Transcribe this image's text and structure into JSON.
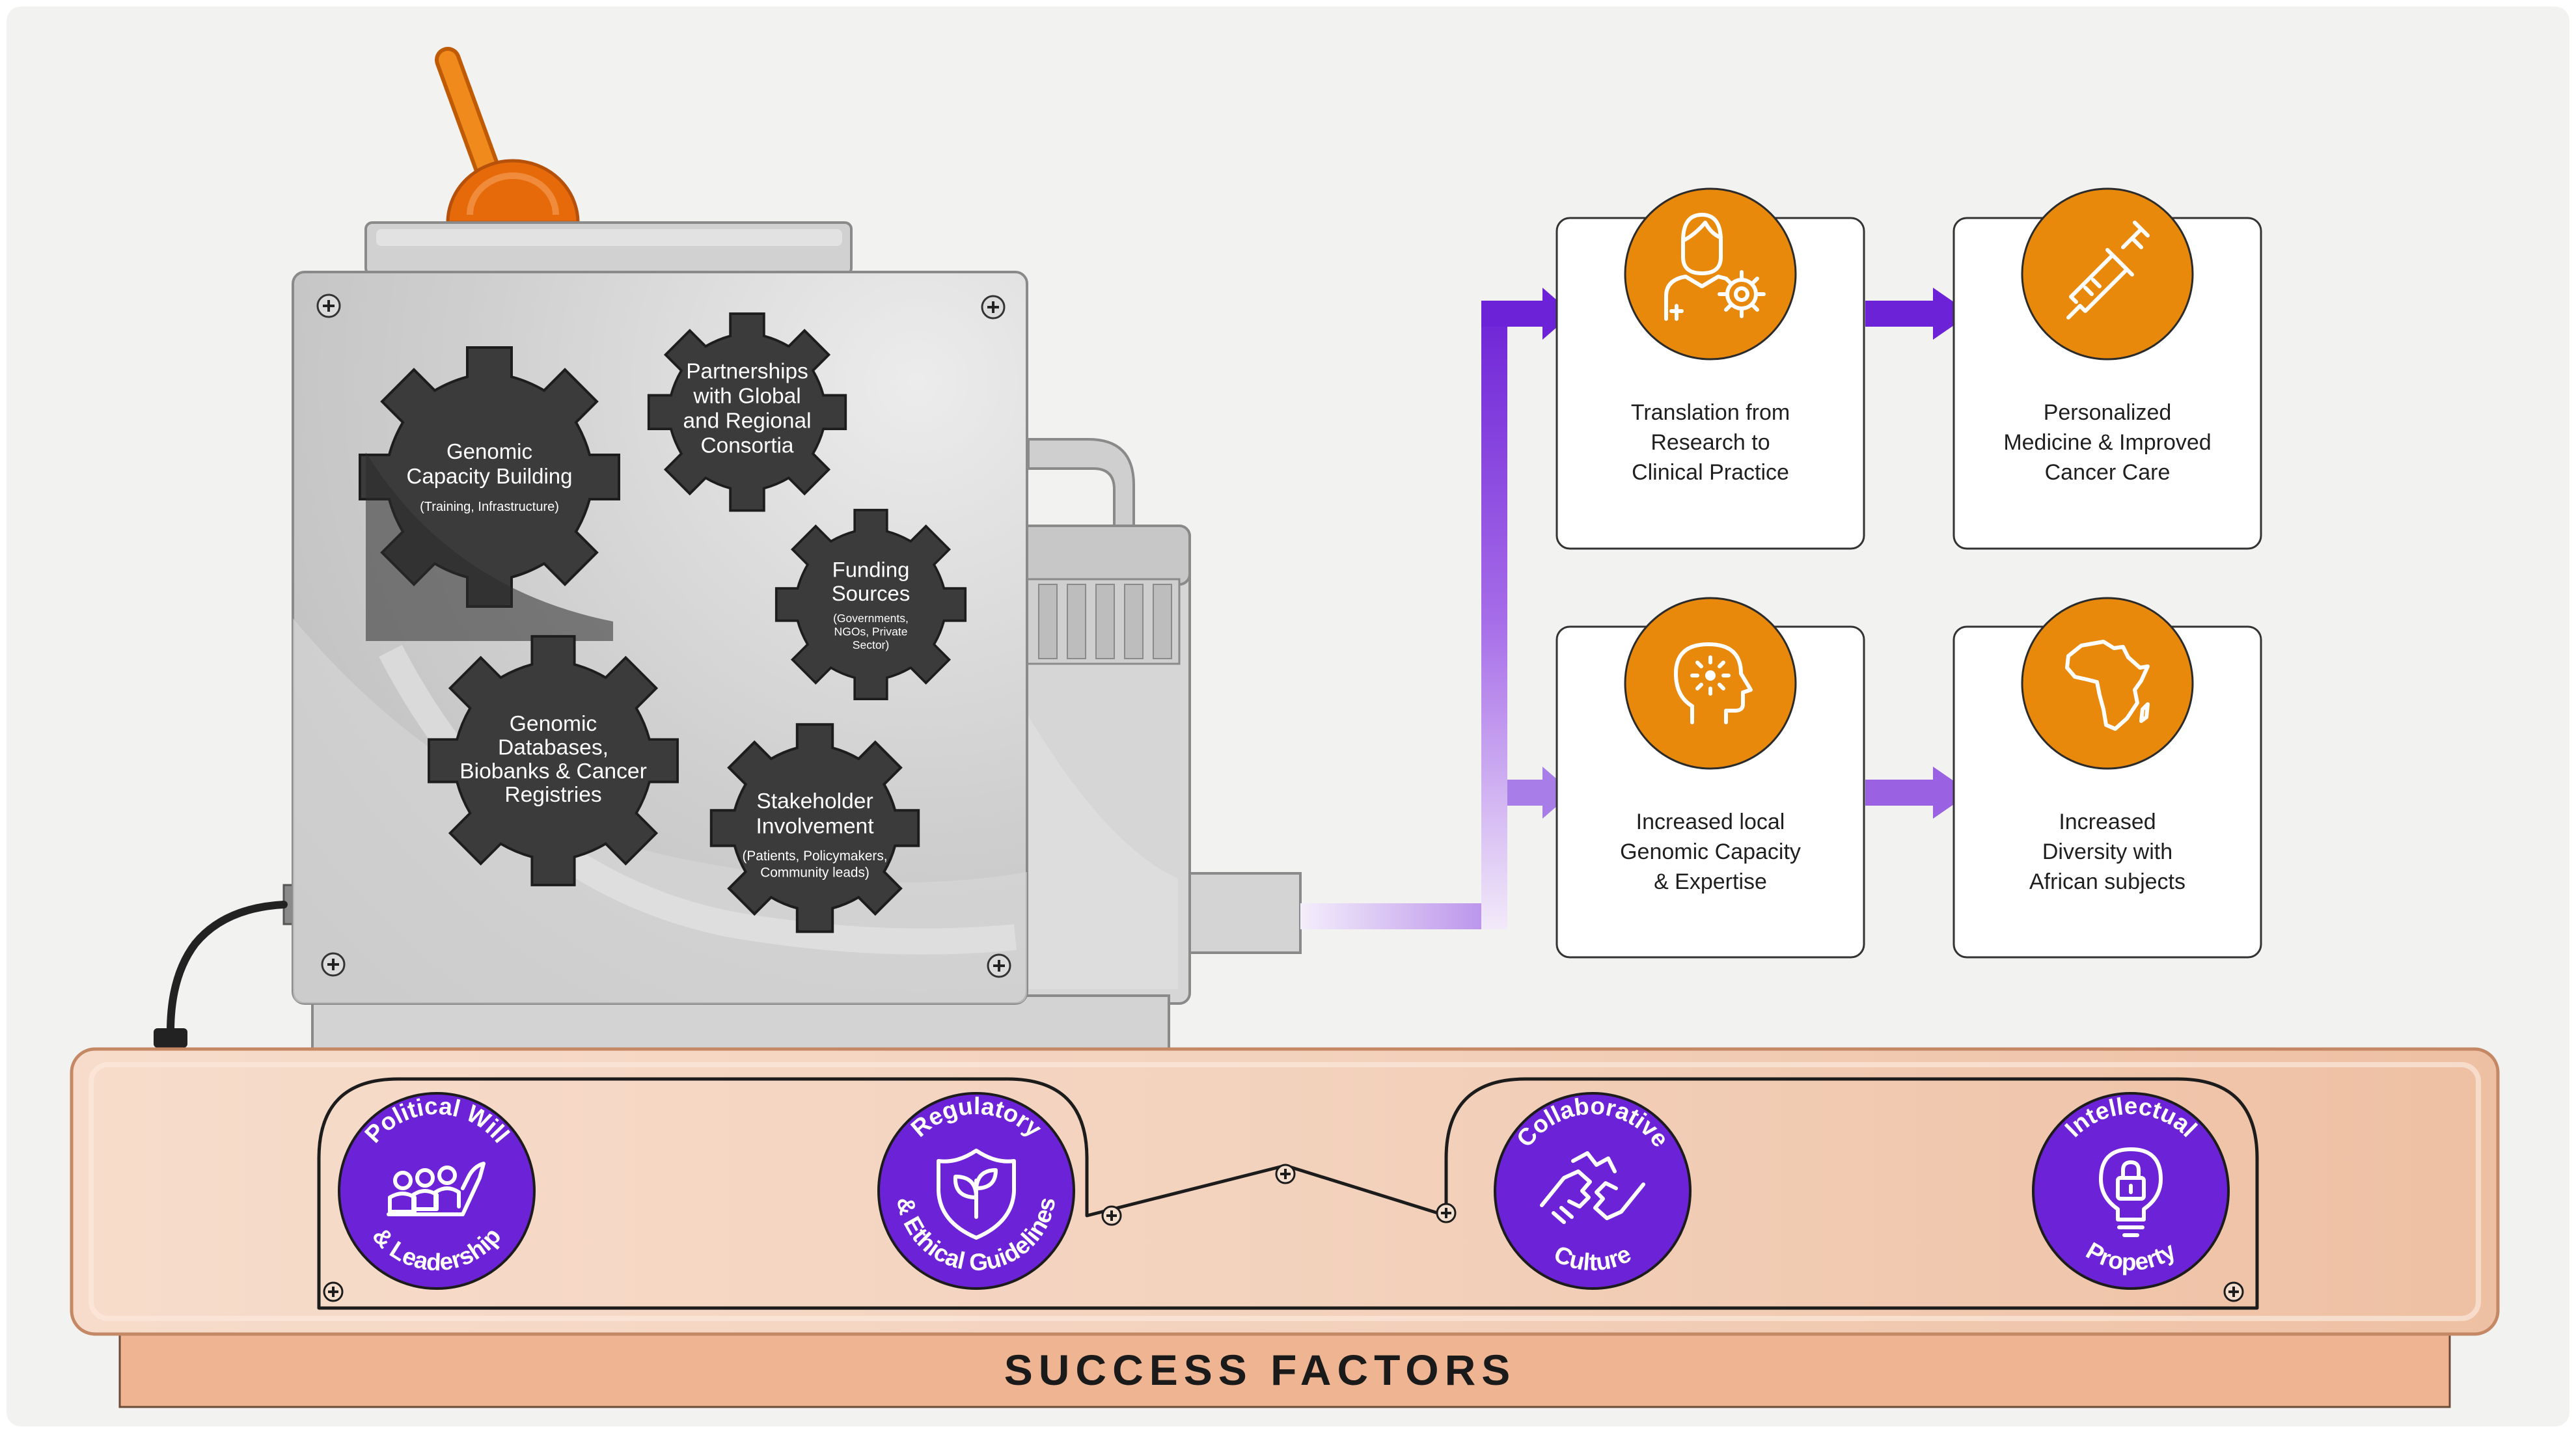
{
  "gears": {
    "genomic_capacity": {
      "title_1": "Genomic",
      "title_2": "Capacity Building",
      "sub": "(Training, Infrastructure)"
    },
    "partnerships": {
      "line_1": "Partnerships",
      "line_2": "with Global",
      "line_3": "and Regional",
      "line_4": "Consortia"
    },
    "funding": {
      "title_1": "Funding",
      "title_2": "Sources",
      "sub_1": "(Governments,",
      "sub_2": "NGOs, Private",
      "sub_3": "Sector)"
    },
    "databases": {
      "line_1": "Genomic",
      "line_2": "Databases,",
      "line_3": "Biobanks & Cancer",
      "line_4": "Registries"
    },
    "stakeholder": {
      "title_1": "Stakeholder",
      "title_2": "Involvement",
      "sub_1": "(Patients, Policymakers,",
      "sub_2": "Community leads)"
    }
  },
  "outcomes": {
    "translation": {
      "line_1": "Translation from",
      "line_2": "Research to",
      "line_3": "Clinical Practice",
      "icon": "doctor-gear-icon"
    },
    "personalized": {
      "line_1": "Personalized",
      "line_2": "Medicine & Improved",
      "line_3": "Cancer Care",
      "icon": "syringe-icon"
    },
    "capacity": {
      "line_1": "Increased local",
      "line_2": "Genomic Capacity",
      "line_3": "& Expertise",
      "icon": "head-brain-icon"
    },
    "diversity": {
      "line_1": "Increased",
      "line_2": "Diversity with",
      "line_3": "African subjects",
      "icon": "africa-map-icon"
    }
  },
  "factors": {
    "political": {
      "top": "Political Will",
      "bottom": "& Leadership",
      "icon": "people-hand-icon"
    },
    "regulatory": {
      "top": "Regulatory",
      "bottom": "& Ethical Guidelines",
      "icon": "shield-leaf-icon"
    },
    "collaborative": {
      "top": "Collaborative",
      "bottom": "Culture",
      "icon": "handshake-puzzle-icon"
    },
    "intellectual": {
      "top": "Intellectual",
      "bottom": "Property",
      "icon": "lightbulb-lock-icon"
    }
  },
  "footer": {
    "title": "SUCCESS FACTORS"
  },
  "colors": {
    "orange": "#E8890C",
    "purple": "#6C22D6",
    "gear": "#3B3B3B",
    "machine": "#C9C9C9",
    "belt": "#F2CFB6",
    "base": "#EFB592"
  }
}
